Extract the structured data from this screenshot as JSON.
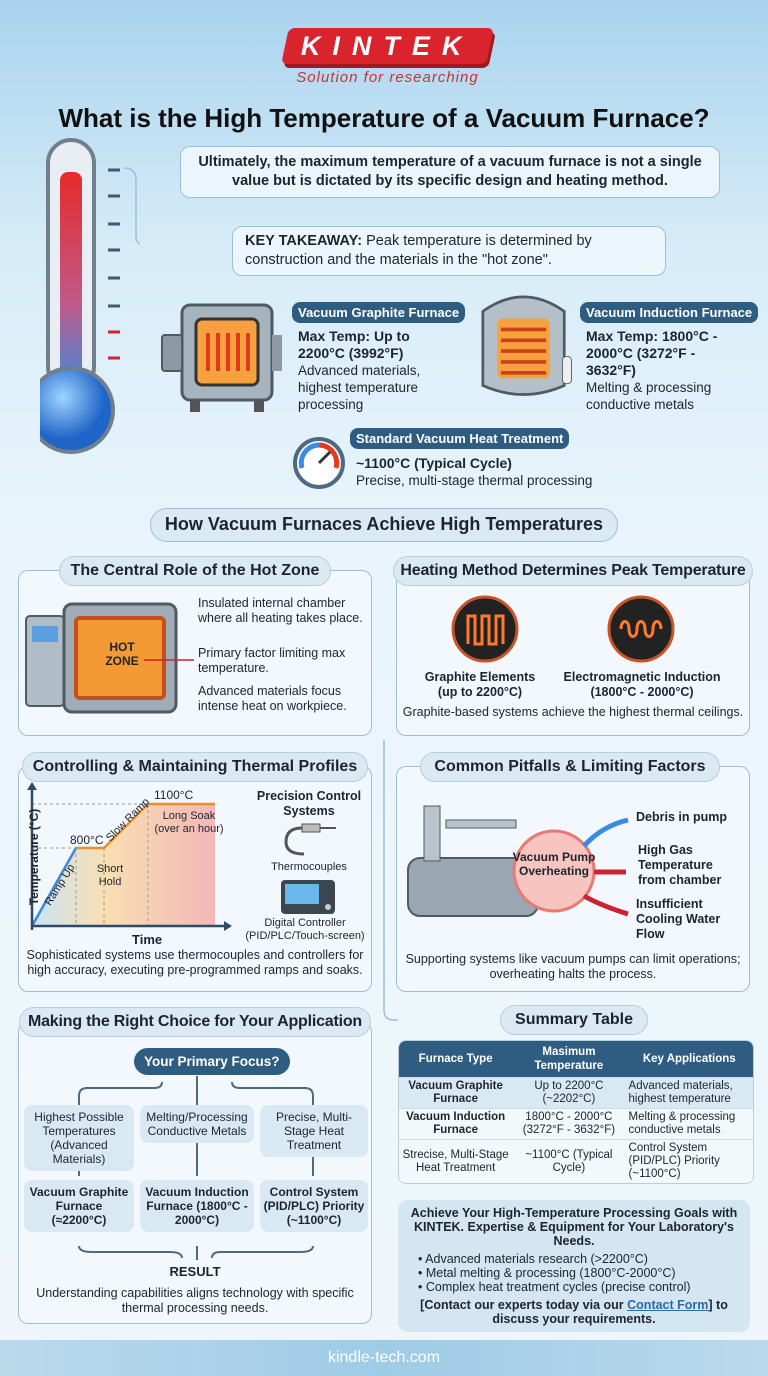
{
  "brand": {
    "logo": "KINTEK",
    "tagline": "Solution for researching",
    "accent": "#d9232d",
    "primary": "#2f5d82"
  },
  "title": "What is the High Temperature of a Vacuum Furnace?",
  "intro": "Ultimately, the maximum temperature of a vacuum furnace is not a single value but is dictated by its specific design and heating method.",
  "takeaway": {
    "label": "KEY TAKEAWAY:",
    "text": " Peak temperature is determined by construction and the materials in the \"hot zone\"."
  },
  "furnaces": [
    {
      "name": "Vacuum Graphite Furnace",
      "temp": "Max Temp: Up to 2200°C (3992°F)",
      "desc": "Advanced materials, highest temperature processing"
    },
    {
      "name": "Vacuum Induction Furnace",
      "temp": "Max Temp: 1800°C - 2000°C (3272°F - 3632°F)",
      "desc": "Melting & processing conductive metals"
    },
    {
      "name": "Standard Vacuum Heat Treatment",
      "temp": "~1100°C (Typical Cycle)",
      "desc": "Precise, multi-stage thermal processing"
    }
  ],
  "section_title": "How Vacuum Furnaces Achieve High Temperatures",
  "hot_zone": {
    "title": "The Central Role of the Hot Zone",
    "label": "HOT ZONE",
    "points": [
      "Insulated internal chamber where all heating takes place.",
      "Primary factor limiting max temperature.",
      "Advanced materials focus intense heat on workpiece."
    ]
  },
  "heating": {
    "title": "Heating Method Determines Peak Temperature",
    "items": [
      {
        "name": "Graphite Elements",
        "range": "(up to 2200°C)"
      },
      {
        "name": "Electromagnetic Induction",
        "range": "(1800°C - 2000°C)"
      }
    ],
    "caption": "Graphite-based systems achieve the highest thermal ceilings."
  },
  "profiles": {
    "title": "Controlling & Maintaining Thermal Profiles",
    "ylabel": "Temperature (°C)",
    "xlabel": "Time",
    "t1": "800°C",
    "t2": "1100°C",
    "stages": [
      "Ramp Up",
      "Short Hold",
      "Slow Ramp",
      "Long Soak",
      "(over an hour)"
    ],
    "control_title": "Precision Control Systems",
    "thermo": "Thermocouples",
    "controller": "Digital Controller",
    "controller_sub": "(PID/PLC/Touch-screen)",
    "caption": "Sophisticated systems use thermocouples and controllers for high accuracy, executing pre-programmed ramps and soaks."
  },
  "pitfalls": {
    "title": "Common Pitfalls & Limiting Factors",
    "center": "Vacuum Pump Overheating",
    "causes": [
      "Debris in pump",
      "High Gas Temperature from chamber",
      "Insufficient Cooling Water Flow"
    ],
    "caption": "Supporting systems like vacuum pumps can limit operations; overheating halts the process."
  },
  "choice": {
    "title": "Making the Right Choice for Your Application",
    "question": "Your Primary Focus?",
    "needs": [
      "Highest Possible Temperatures (Advanced Materials)",
      "Melting/Processing Conductive Metals",
      "Precise, Multi-Stage Heat Treatment"
    ],
    "results": [
      "Vacuum Graphite Furnace (≈2200°C)",
      "Vacuum Induction Furnace (1800°C - 2000°C)",
      "Control System (PID/PLC) Priority (~1100°C)"
    ],
    "result": "RESULT",
    "caption": "Understanding capabilities aligns technology with specific thermal processing needs."
  },
  "summary": {
    "title": "Summary Table",
    "headers": [
      "Furnace Type",
      "Masimum Temperature",
      "Key Applications"
    ],
    "rows": [
      [
        "Vacuum Graphite Furnace",
        "Up to 2200°C (~2202°C)",
        "Advanced materials, highest temperature"
      ],
      [
        "Vacuum Induction Furnace",
        "1800°C - 2000°C (3272°F - 3632°F)",
        "Melting & processing conductive metals"
      ],
      [
        "Strecise, Multi-Stage Heat Treatment",
        "~1100°C (Typical Cycle)",
        "Control System (PID/PLC) Priority (~1100°C)"
      ]
    ]
  },
  "cta": {
    "heading": "Achieve Your High-Temperature Processing Goals with KINTEK. Expertise & Equipment for Your Laboratory's Needs.",
    "bullets": [
      "Advanced materials research (>2200°C)",
      "Metal melting & processing (1800°C-2000°C)",
      "Complex heat treatment cycles (precise control)"
    ],
    "pre": "[Contact our experts today via our ",
    "link": "Contact Form",
    "post": "] to discuss your requirements."
  },
  "footer": "kindle-tech.com"
}
